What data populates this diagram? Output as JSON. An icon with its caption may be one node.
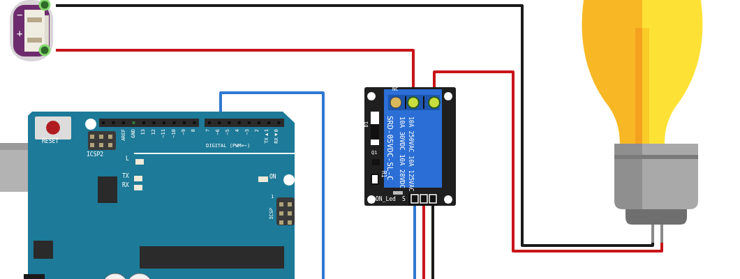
{
  "diagram": {
    "nodes": [
      {
        "text": [
          "−",
          "+"
        ]
      },
      {
        "text": [
          "RESET",
          "ICSP2",
          "AREF",
          "GND",
          "13",
          "12",
          "~11",
          "~10",
          "~9",
          "8",
          "7",
          "~6",
          "~5",
          "4",
          "~3",
          "2",
          "TX▶1",
          "RX◀0",
          "DIGITAL (PWM=~)",
          "L",
          "TX",
          "RX",
          "ON",
          "1",
          "ICSP"
        ]
      },
      {
        "text": [
          "NC",
          "D1",
          "Q1",
          "R1",
          "SRD-05VDC-SL-C",
          "10A 30VDC 10A 28VDC",
          "10A 250VAC 10A 125VAC",
          "ON_Led",
          "S"
        ]
      },
      {
        "text": [],
        "shape": "picture"
      }
    ],
    "edges": [
      {
        "from": 0,
        "to": 3,
        "arrow": "none",
        "color": "#1a1a1a"
      },
      {
        "from": 0,
        "to": 2,
        "arrow": "none",
        "color": "#c8141a"
      },
      {
        "from": 2,
        "to": 3,
        "arrow": "none",
        "color": "#c8141a"
      },
      {
        "from": 1,
        "to": null,
        "arrow": "none",
        "color": "#2f78d2"
      },
      {
        "from": 2,
        "to": null,
        "arrow": "none",
        "color": "#2f78d2"
      },
      {
        "from": 2,
        "to": null,
        "arrow": "none",
        "color": "#c8141a"
      },
      {
        "from": 2,
        "to": null,
        "arrow": "none",
        "color": "#1a1a1a"
      }
    ]
  }
}
